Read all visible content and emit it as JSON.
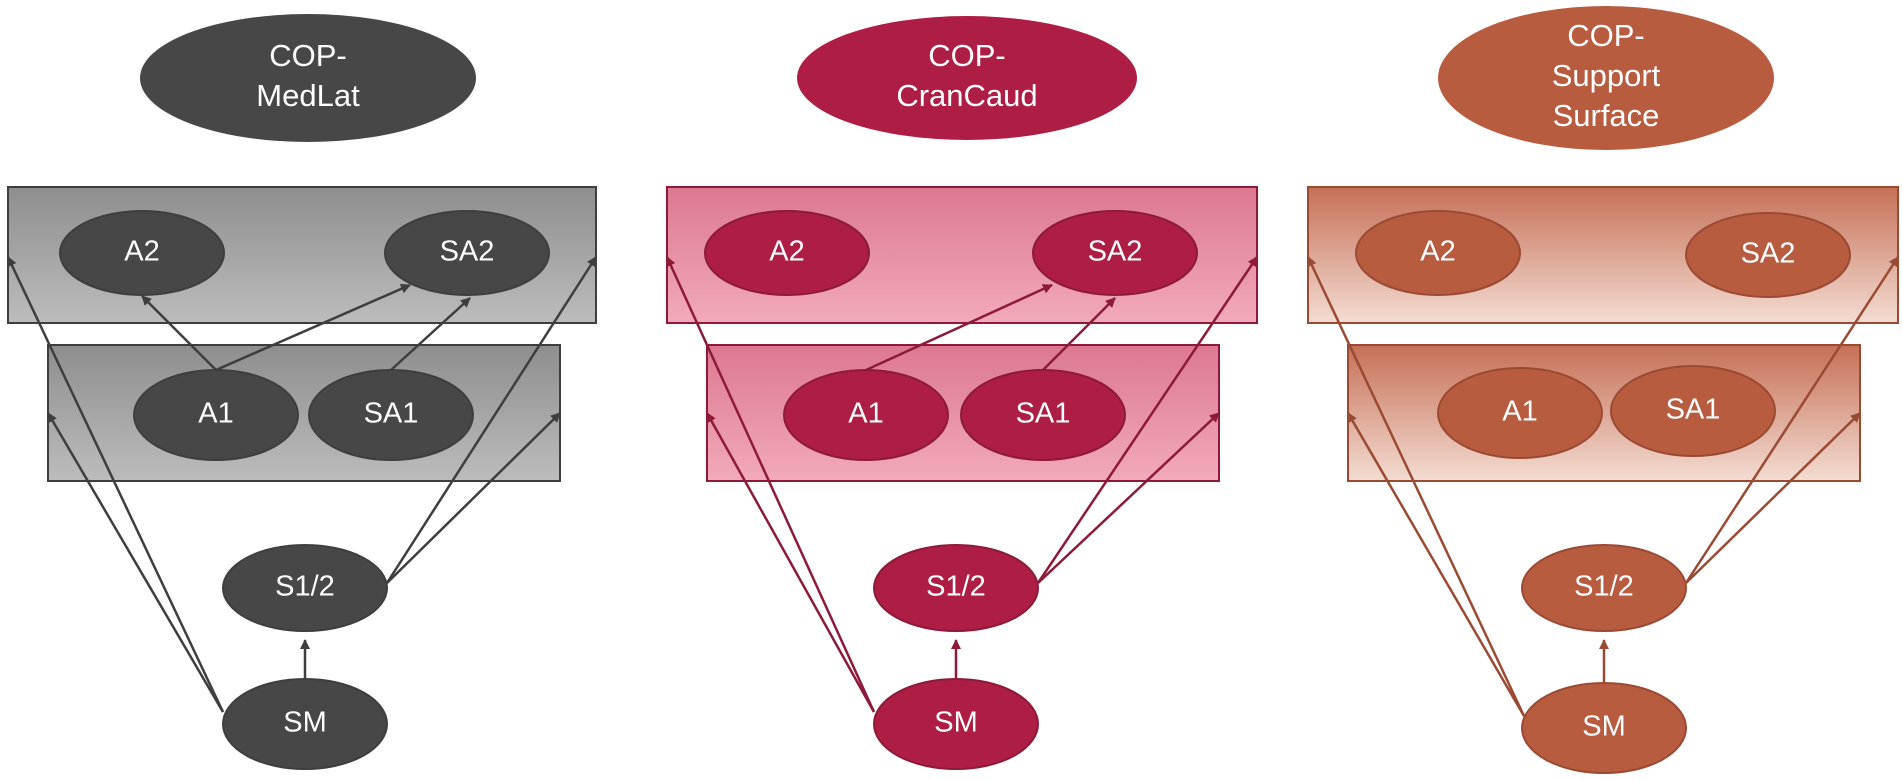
{
  "panels": [
    {
      "title": [
        "COP-",
        "MedLat"
      ],
      "colors": {
        "node": "#474747",
        "stroke": "#3e3e3e",
        "box_top": "#8e8e8e",
        "box_bottom": "#bcbcbc"
      },
      "nodes": {
        "A2": "A2",
        "SA2": "SA2",
        "A1": "A1",
        "SA1": "SA1",
        "S12": "S1/2",
        "SM": "SM"
      }
    },
    {
      "title": [
        "COP-",
        "CranCaud"
      ],
      "colors": {
        "node": "#ae1d44",
        "stroke": "#8c1a38",
        "box_top": "#dc7890",
        "box_bottom": "#f2aabb"
      },
      "nodes": {
        "A2": "A2",
        "SA2": "SA2",
        "A1": "A1",
        "SA1": "SA1",
        "S12": "S1/2",
        "SM": "SM"
      }
    },
    {
      "title": [
        "COP-",
        "Support",
        "Surface"
      ],
      "colors": {
        "node": "#b85c40",
        "stroke": "#9a4a32",
        "box_top": "#c57056",
        "box_bottom": "#f4dcd2"
      },
      "nodes": {
        "A2": "A2",
        "SA2": "SA2",
        "A1": "A1",
        "SA1": "SA1",
        "S12": "S1/2",
        "SM": "SM"
      }
    }
  ]
}
